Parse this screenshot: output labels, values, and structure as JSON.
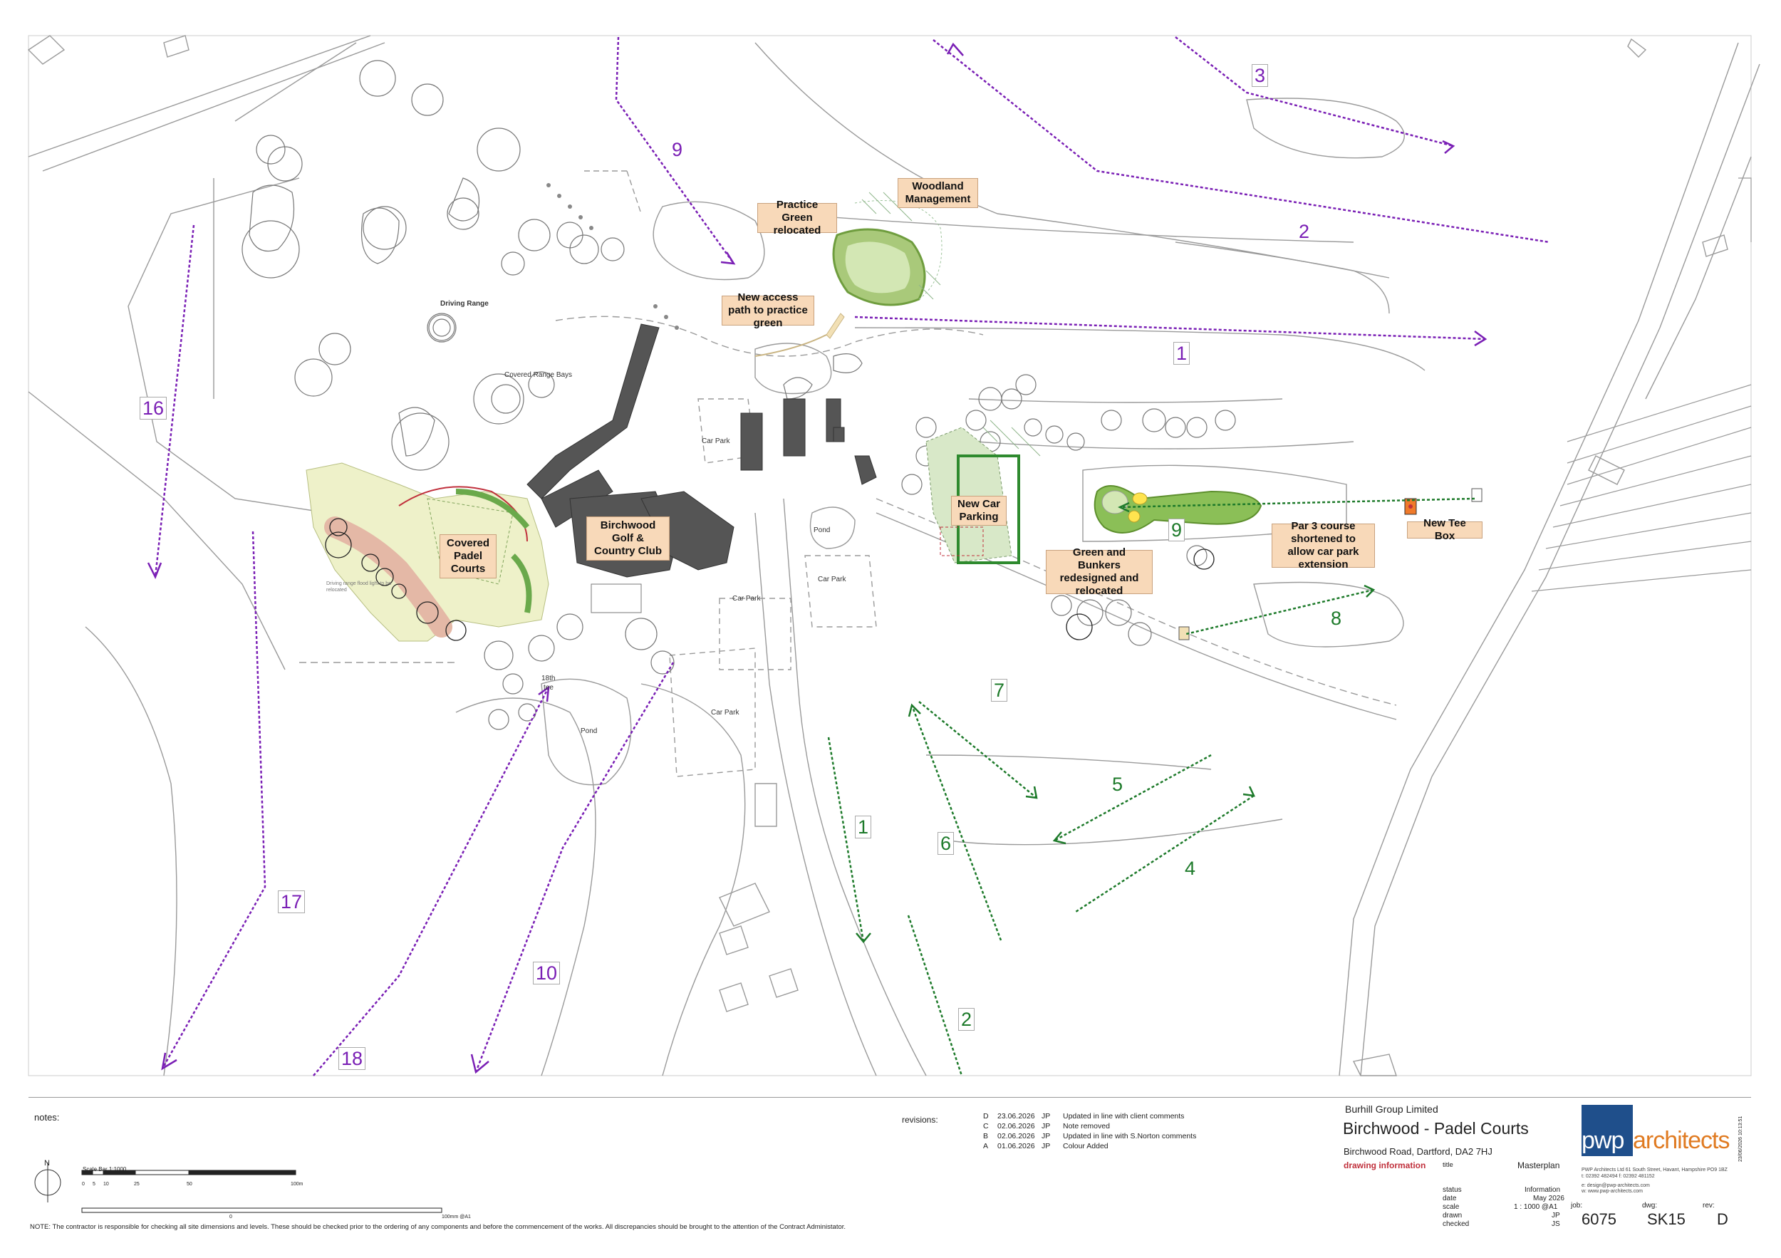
{
  "labels": {
    "practice_green": "Practice Green relocated",
    "woodland": "Woodland Management",
    "access_path": "New access path to practice green",
    "clubhouse": "Birchwood Golf & Country Club",
    "padel": "Covered Padel Courts",
    "car_parking": "New Car Parking",
    "green_bunkers": "Green and Bunkers redesigned and relocated",
    "par3": "Par 3 course shortened to allow car park extension",
    "tee_box": "New Tee Box"
  },
  "map_text": {
    "driving_range": "Driving Range",
    "covered_bays": "Covered Range Bays",
    "car_park_1": "Car Park",
    "car_park_2": "Car Park",
    "car_park_3": "Car Park",
    "car_park_4": "Car Park",
    "pond_1": "Pond",
    "pond_2": "Pond",
    "hole_18th": "18th",
    "hole_tee": "tee",
    "floodlight": "Driving range flood light to be relocated"
  },
  "holes_main": [
    "1",
    "2",
    "3",
    "9",
    "10",
    "16",
    "17",
    "18"
  ],
  "holes_par3": [
    "1",
    "2",
    "4",
    "5",
    "6",
    "7",
    "8",
    "9"
  ],
  "colors": {
    "main_course": "#7a1fb5",
    "par3_course": "#1d7a2a",
    "label_fill": "#f8d9b9",
    "logo_blue": "#1f4f8b",
    "logo_orange": "#e07b22",
    "accent_red": "#c0303c"
  },
  "title_block": {
    "notes_label": "notes:",
    "north": "N",
    "scale_bar": "Scale Bar 1:1000",
    "scale_ticks": [
      "0",
      "5",
      "10",
      "25",
      "50",
      "100m"
    ],
    "scale_zero": "0",
    "scale_100": "100mm @A1",
    "note": "NOTE: The contractor is responsible for checking all site dimensions and levels. These should be checked prior to the ordering of any components and before the commencement of the works. All discrepancies should be brought to the attention of the Contract Administator.",
    "revisions_label": "revisions:",
    "revisions": [
      {
        "rev": "D",
        "date": "23.06.2026",
        "by": "JP",
        "desc": "Updated in line with client comments"
      },
      {
        "rev": "C",
        "date": "02.06.2026",
        "by": "JP",
        "desc": "Note removed"
      },
      {
        "rev": "B",
        "date": "02.06.2026",
        "by": "JP",
        "desc": "Updated in line with S.Norton comments"
      },
      {
        "rev": "A",
        "date": "01.06.2026",
        "by": "JP",
        "desc": "Colour Added"
      }
    ],
    "client": "Burhill Group Limited",
    "project": "Birchwood - Padel Courts",
    "address": "Birchwood Road, Dartford, DA2 7HJ",
    "drawing_info": "drawing information",
    "title_label": "title",
    "title_value": "Masterplan",
    "status_label": "status",
    "status_value": "Information",
    "date_label": "date",
    "date_value": "May 2026",
    "scale_label": "scale",
    "scale_value": "1 : 1000 @A1",
    "drawn_label": "drawn",
    "drawn_value": "JP",
    "checked_label": "checked",
    "checked_value": "JS",
    "job_label": "job:",
    "job_value": "6075",
    "dwg_label": "dwg:",
    "dwg_value": "SK15",
    "rev_label": "rev:",
    "rev_value": "D",
    "firm_line1": "PWP Architects Ltd   61 South Street, Havant, Hampshire PO9 1BZ",
    "firm_line2": "t: 02392 482494  f: 02392 481152",
    "firm_line3": "e: design@pwp-architects.com",
    "firm_line4": "w: www.pwp-architects.com",
    "logo_pwp": "pwp",
    "logo_arch": "architects",
    "timestamp": "23/06/2026 10:13:51"
  }
}
